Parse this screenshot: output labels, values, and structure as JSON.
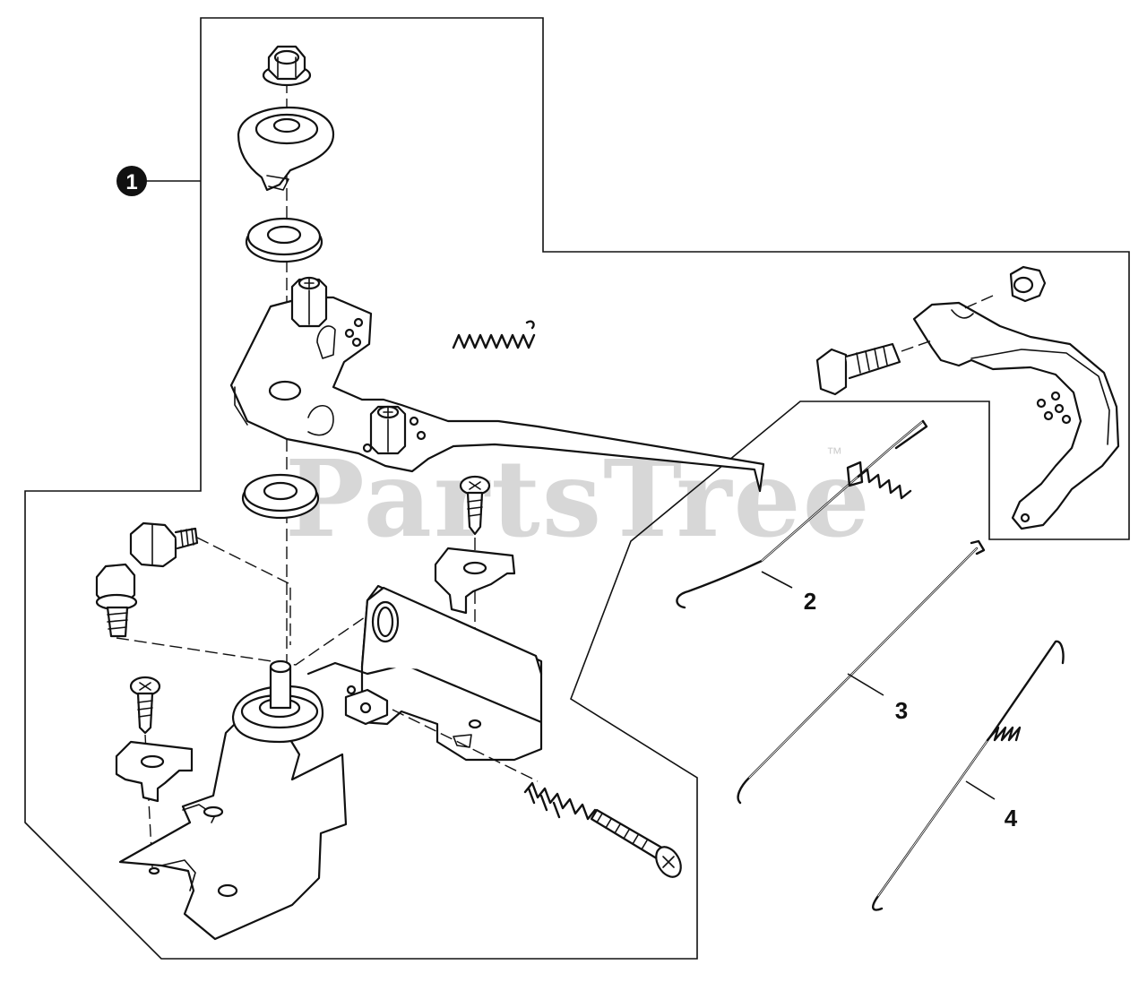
{
  "watermark": "PartsTree",
  "watermark_mark": "™",
  "callouts": [
    {
      "id": "1",
      "style": "badge"
    },
    {
      "id": "2",
      "style": "plain"
    },
    {
      "id": "3",
      "style": "plain"
    },
    {
      "id": "4",
      "style": "plain"
    }
  ],
  "colors": {
    "line": "#111111",
    "background": "#ffffff",
    "watermark": "#d7d7d7"
  }
}
